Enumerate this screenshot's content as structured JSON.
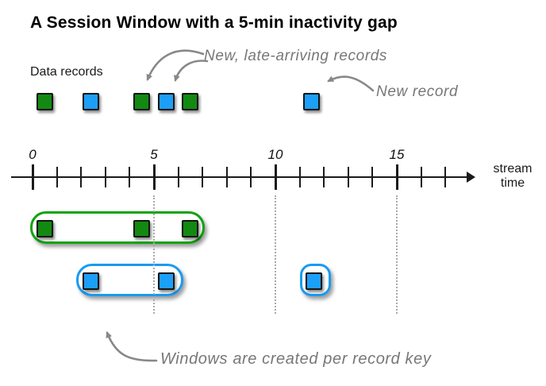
{
  "title": "A Session Window with a 5-min inactivity gap",
  "labels": {
    "data_records": "Data records",
    "late_arriving": "New, late-arriving records",
    "new_record": "New record",
    "windows_note": "Windows are created per record key",
    "stream_time_line1": "stream",
    "stream_time_line2": "time"
  },
  "colors": {
    "green_fill": "#128A12",
    "blue_fill": "#1C9FF7",
    "green_window_border": "#0EA30E",
    "blue_window_border": "#189BF2",
    "square_border": "#151515",
    "annotation_gray": "#777777",
    "arrow_gray": "#888888",
    "axis_black": "#1A1A1A",
    "gridline_gray": "#A9A9A9"
  },
  "timeline": {
    "major_tick_labels": [
      "0",
      "5",
      "10",
      "15"
    ],
    "major_tick_times": [
      0,
      5,
      10,
      15
    ],
    "minor_tick_min": 0,
    "minor_tick_max": 17,
    "gridline_times": [
      5,
      10,
      15
    ]
  },
  "records_row": [
    {
      "color": "green",
      "t": 0.5
    },
    {
      "color": "blue",
      "t": 2.4
    },
    {
      "color": "green",
      "t": 4.5
    },
    {
      "color": "blue",
      "t": 5.5
    },
    {
      "color": "green",
      "t": 6.5
    },
    {
      "color": "blue",
      "t": 11.5
    }
  ],
  "windows": [
    {
      "key": "green",
      "t_start": -0.1,
      "t_end": 7.1,
      "row": 0,
      "records": [
        0.5,
        4.5,
        6.5
      ]
    },
    {
      "key": "blue",
      "t_start": 1.8,
      "t_end": 6.2,
      "row": 1,
      "records": [
        2.4,
        5.5
      ]
    },
    {
      "key": "blue",
      "t_start": 11.0,
      "t_end": 12.3,
      "row": 1,
      "records": [
        11.6
      ]
    }
  ]
}
